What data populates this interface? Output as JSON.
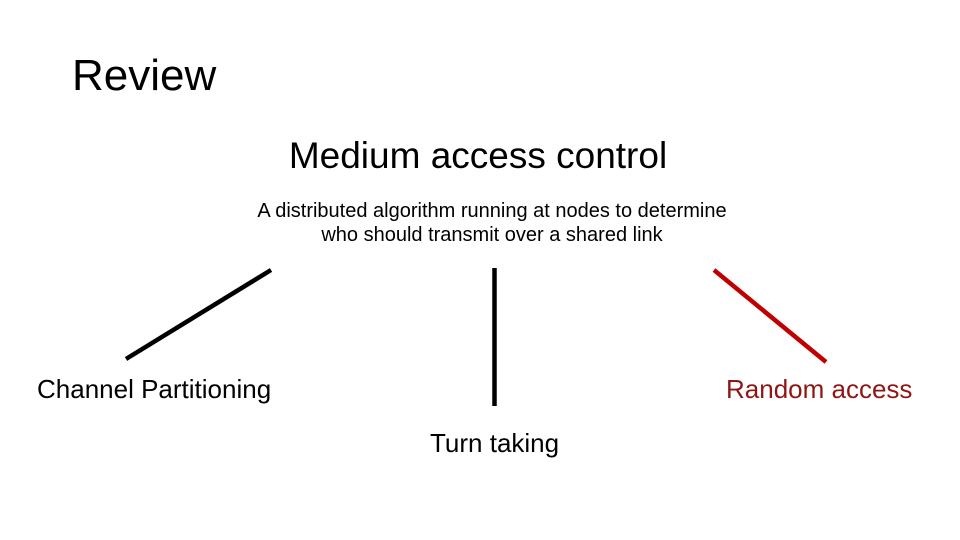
{
  "slide": {
    "title": "Review",
    "topic": {
      "heading": "Medium access control",
      "description_line1": "A distributed algorithm running at nodes to determine",
      "description_line2": "who should transmit over a shared link"
    },
    "branches": {
      "channel_partitioning": {
        "label": "Channel Partitioning"
      },
      "turn_taking": {
        "label": "Turn taking"
      },
      "random_access": {
        "label": "Random access"
      }
    }
  },
  "colors": {
    "background": "#ffffff",
    "text_black": "#000000",
    "branch_line_black": "#000000",
    "branch_line_red": "#c00000",
    "random_access_text": "#8e1616"
  }
}
